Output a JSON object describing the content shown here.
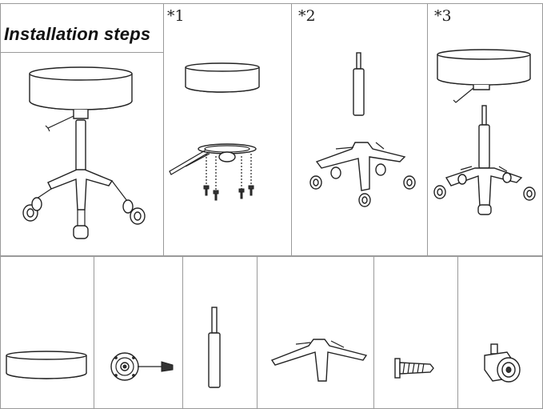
{
  "header": {
    "title": "Installation steps"
  },
  "steps": [
    {
      "label": "*1"
    },
    {
      "label": "*2"
    },
    {
      "label": "*3"
    }
  ],
  "parts": [
    "seat",
    "base-plate",
    "gas-lift",
    "star-base",
    "screw",
    "caster"
  ]
}
